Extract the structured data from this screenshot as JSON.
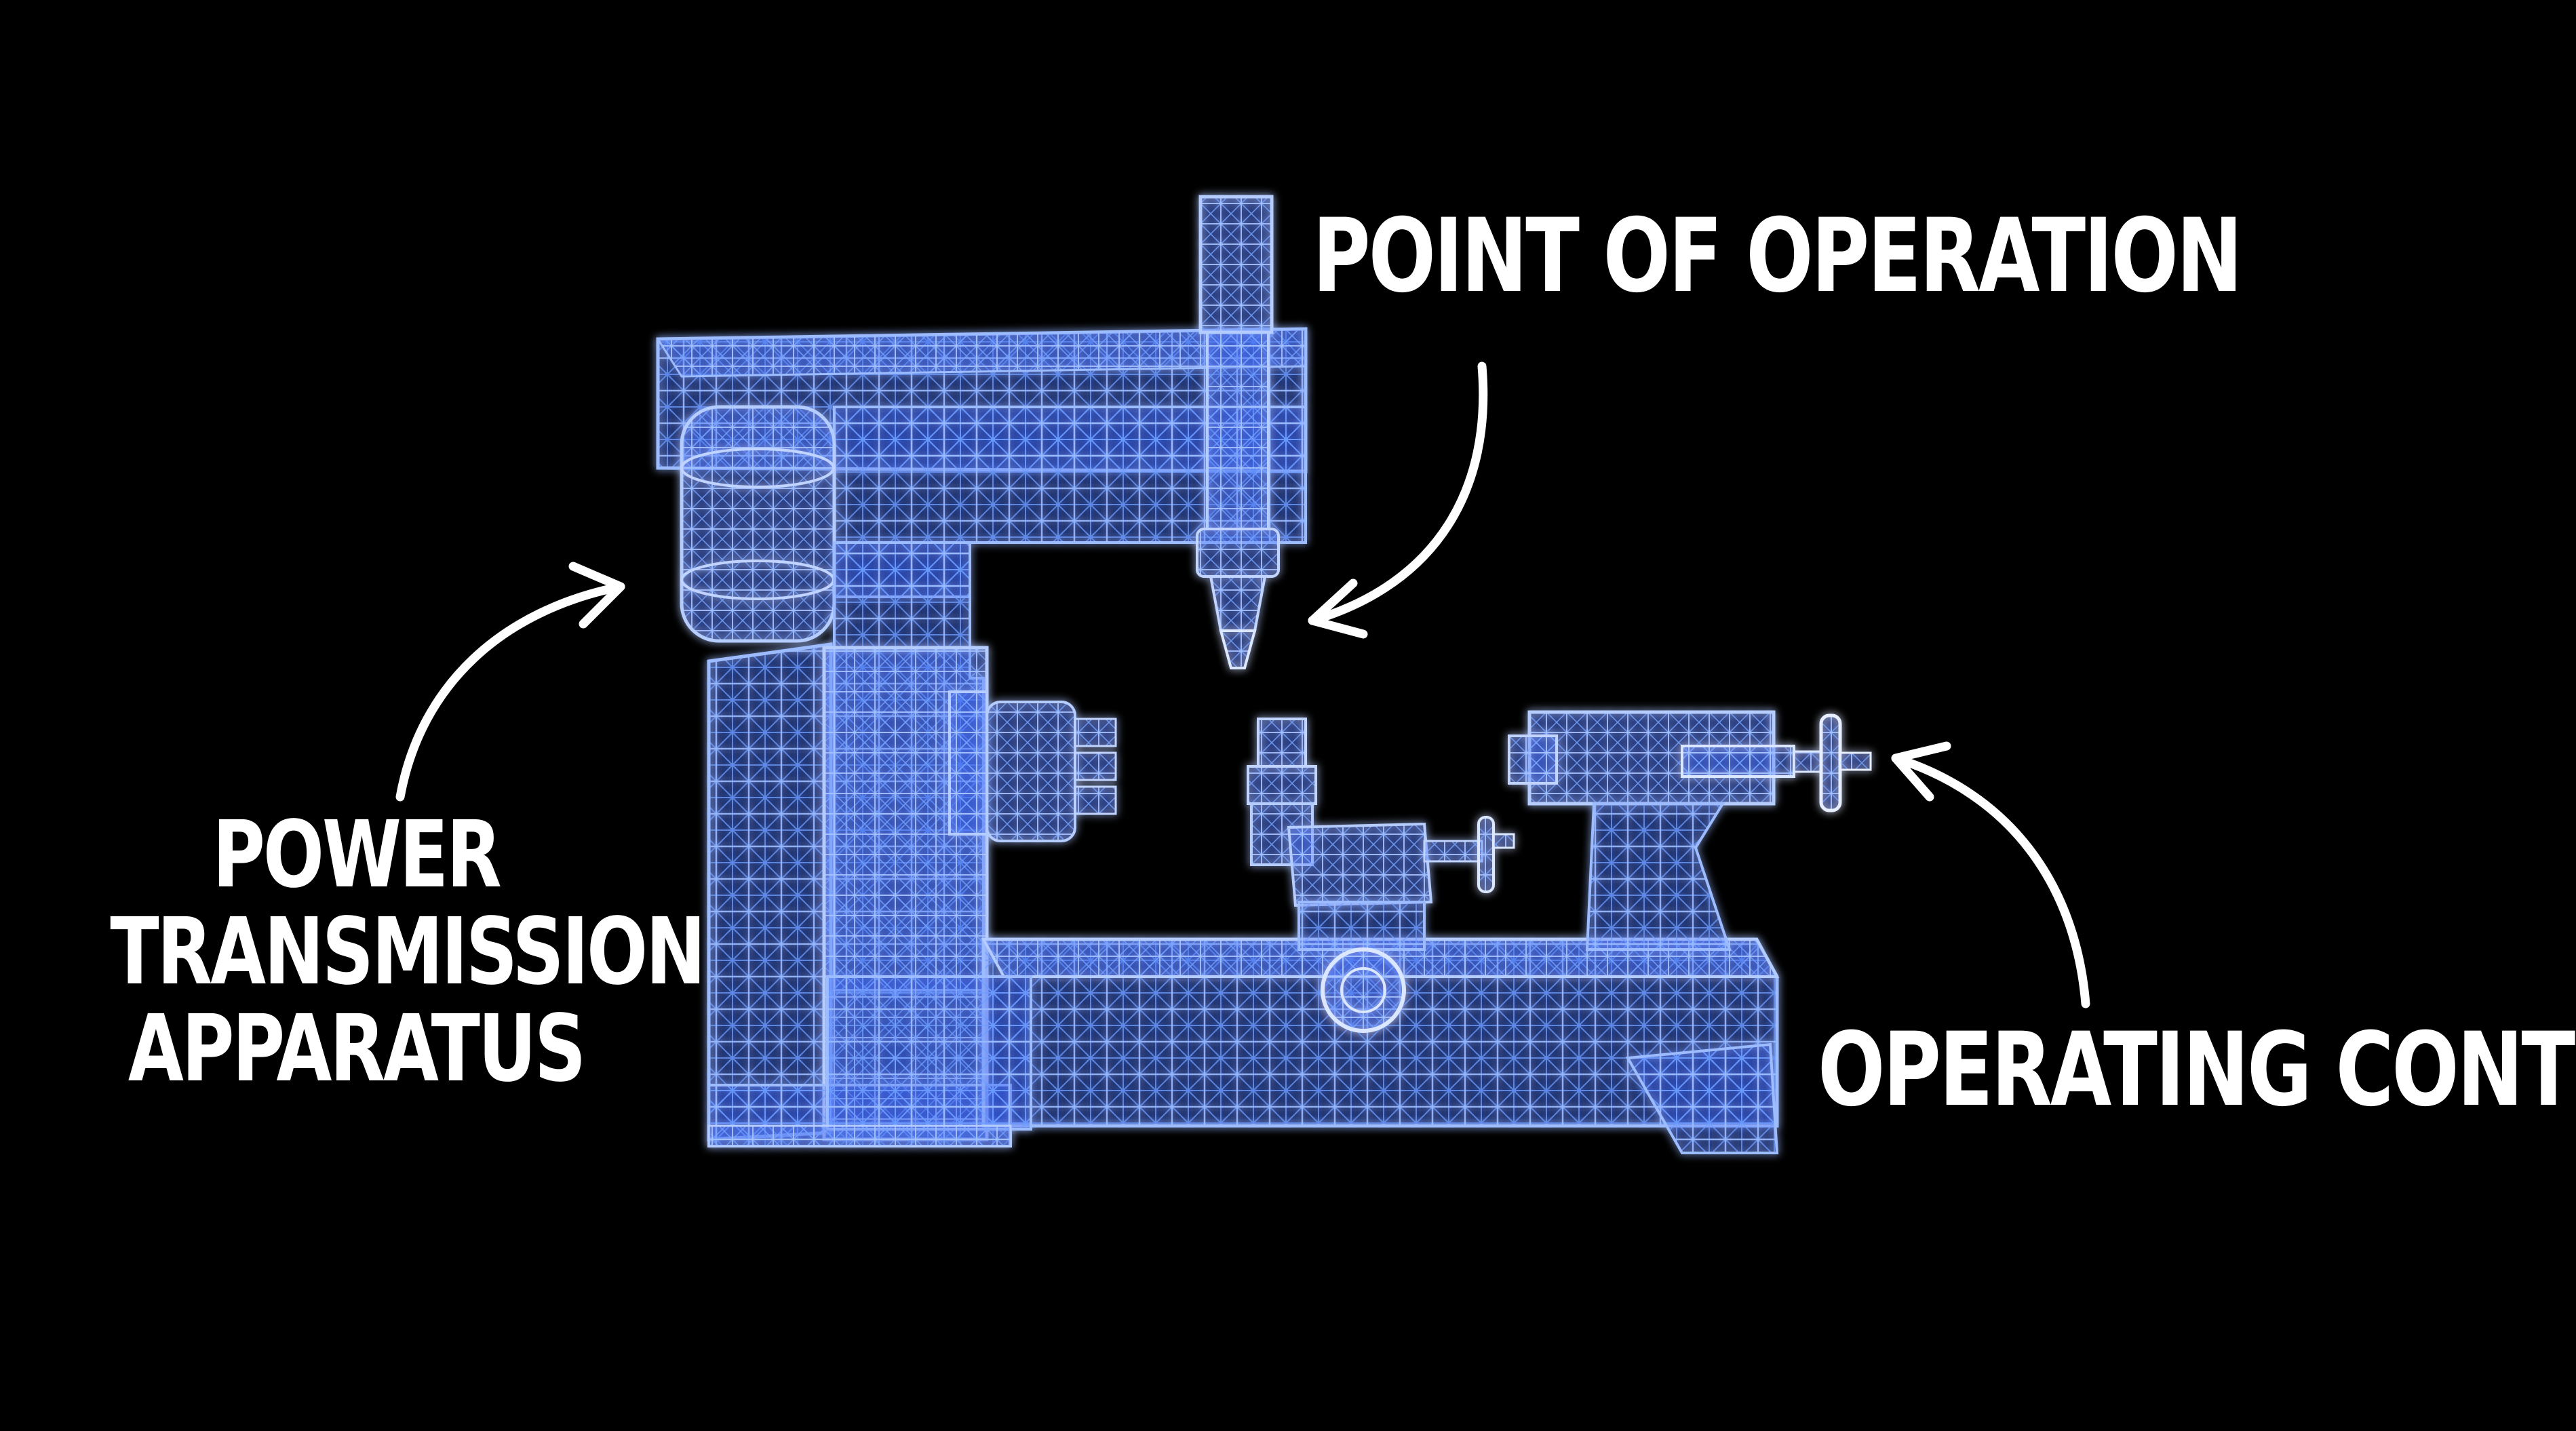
{
  "labels": {
    "point_of_operation": "POINT OF OPERATION",
    "power_transmission": [
      "POWER",
      "TRANSMISSION",
      "APPARATUS"
    ],
    "operating_controls": "OPERATING CONTROLS"
  },
  "colors": {
    "background": "#000000",
    "wireframe": "#5b8cff",
    "wireframe_glow": "#2a50d8",
    "label": "#ffffff"
  }
}
